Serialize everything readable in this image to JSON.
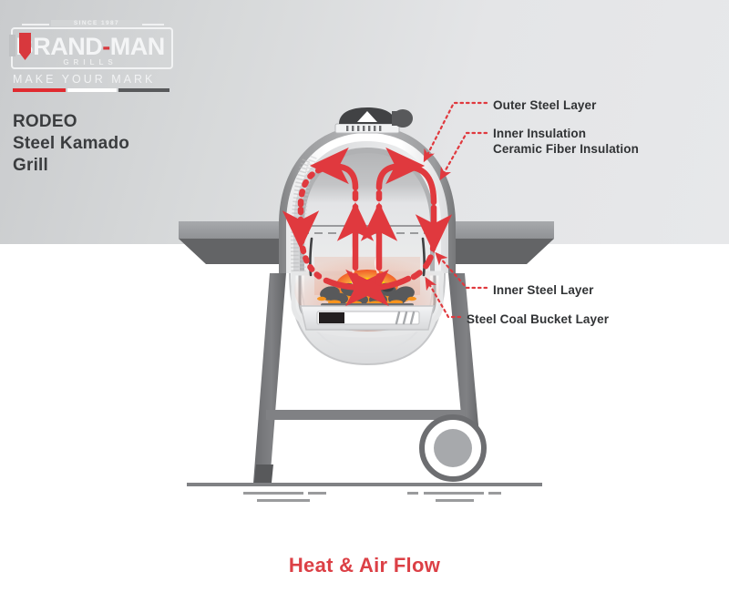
{
  "brand": {
    "since_text": "SINCE 1987",
    "name_part1": "BRAND",
    "name_dash": "-",
    "name_part2": "MAN",
    "sub": "GRILLS",
    "tagline": "MAKE YOUR MARK"
  },
  "product": {
    "line1": "RODEO",
    "line2": "Steel Kamado",
    "line3": "Grill"
  },
  "callouts": {
    "outer_steel": "Outer Steel Layer",
    "inner_insulation": "Inner Insulation",
    "ceramic_fiber": "Ceramic Fiber Insulation",
    "inner_steel": "Inner Steel Layer",
    "coal_bucket": "Steel Coal Bucket Layer"
  },
  "footer": {
    "title": "Heat & Air Flow"
  },
  "colors": {
    "accent_red": "#dc4046",
    "arrow_red": "#e0393e",
    "logo_red": "#d8383d",
    "text_dark": "#313335",
    "body_gray": "#6d6e71",
    "bg_gray": "#e4e5e7",
    "ember_orange": "#f7941e",
    "flame_yellow": "#ffd200"
  },
  "diagram": {
    "dome_label": "kamado-dome",
    "vent_top": "top-chimney-vent",
    "vent_bottom": "bottom-air-vent",
    "grate": "cooking-grate",
    "coals": "charcoal-bed",
    "cart": "grill-cart-stand",
    "wheel": "cart-wheel",
    "side_table_left": "left-side-shelf",
    "side_table_right": "right-side-shelf",
    "flow": "heat-air-flow-arrows"
  }
}
